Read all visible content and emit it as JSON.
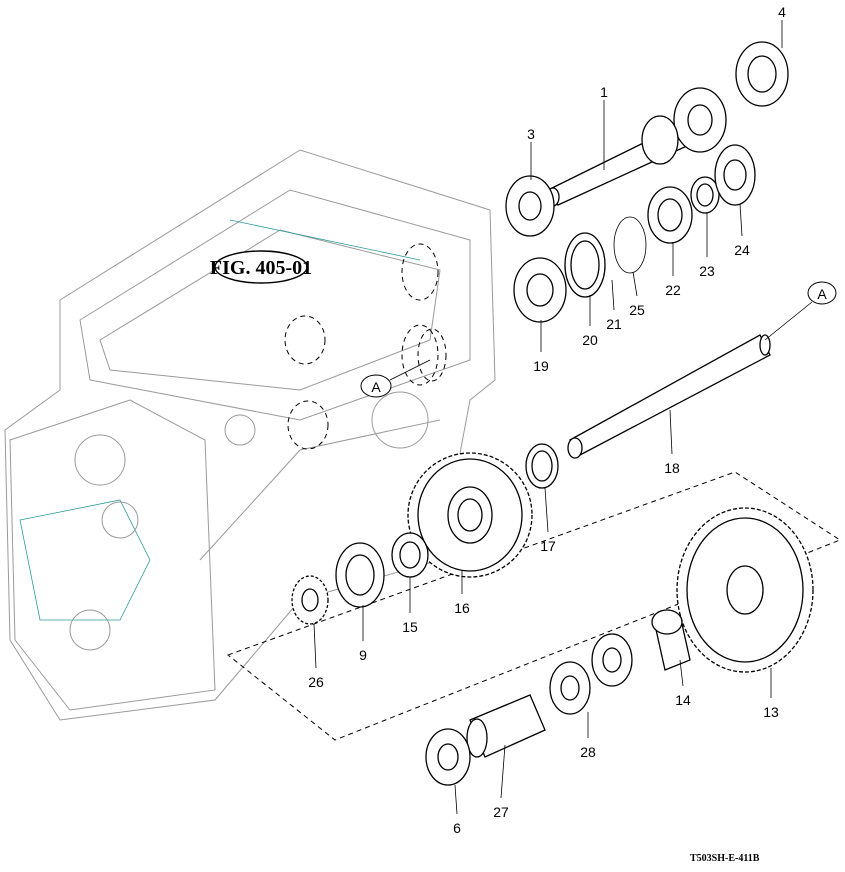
{
  "figure_reference": "FIG. 405-01",
  "drawing_code": "T503SH-E-411B",
  "view_marker": "A",
  "callouts": [
    "1",
    "3",
    "4",
    "6",
    "9",
    "13",
    "14",
    "15",
    "16",
    "17",
    "18",
    "19",
    "20",
    "21",
    "22",
    "23",
    "24",
    "25",
    "26",
    "27",
    "28"
  ]
}
